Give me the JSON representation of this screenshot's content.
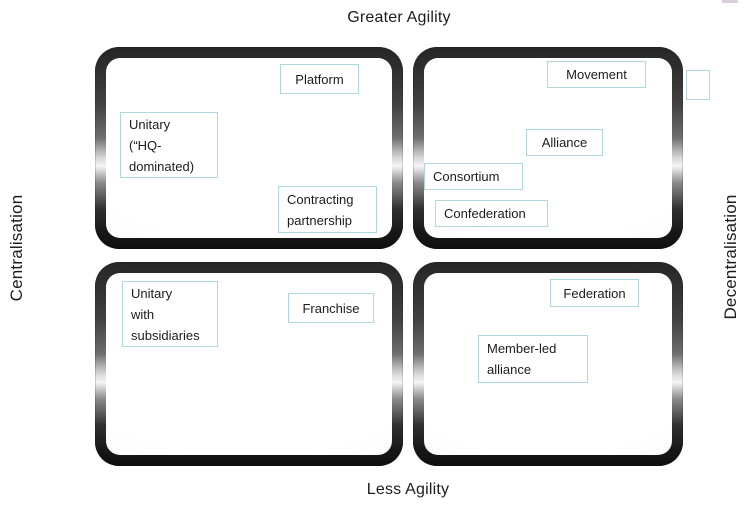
{
  "diagram": {
    "axis_top": "Greater Agility",
    "axis_bottom": "Less Agility",
    "axis_left": "Centralisation",
    "axis_right": "Decentralisation"
  },
  "colors": {
    "box_border": "#b0d8dc",
    "frame_dark": "#2b2b2b",
    "inner_fill": "#ffffff",
    "text": "#1c1c1c",
    "artifact": "#b8a6c0"
  },
  "quadrants": [
    {
      "position": "top-left",
      "boxes": [
        {
          "label": "Platform"
        },
        {
          "label": "Unitary\n(“HQ-\ndominated)"
        },
        {
          "label": "Contracting\npartnership"
        }
      ]
    },
    {
      "position": "top-right",
      "boxes": [
        {
          "label": "Movement"
        },
        {
          "label": "Alliance"
        },
        {
          "label": "Consortium"
        },
        {
          "label": "Confederation"
        }
      ]
    },
    {
      "position": "bottom-left",
      "boxes": [
        {
          "label": "Unitary\nwith\nsubsidiaries"
        },
        {
          "label": "Franchise"
        }
      ]
    },
    {
      "position": "bottom-right",
      "boxes": [
        {
          "label": "Federation"
        },
        {
          "label": "Member-led\nalliance"
        }
      ]
    }
  ]
}
